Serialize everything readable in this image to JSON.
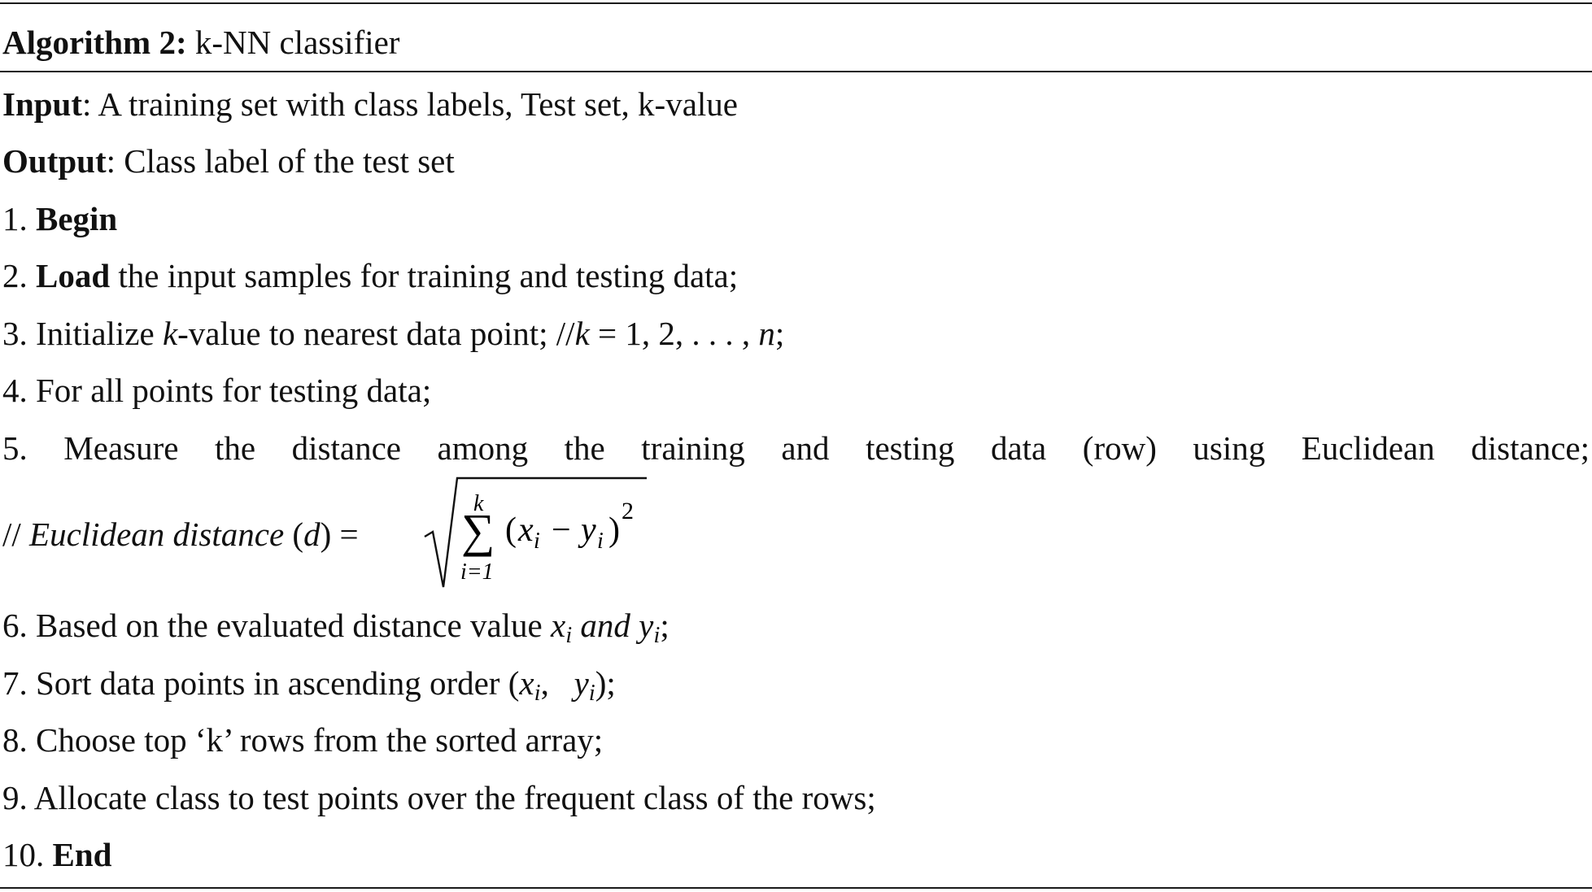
{
  "algorithm": {
    "label": "Algorithm 2:",
    "name": "k-NN classifier"
  },
  "input": {
    "label": "Input",
    "text": ": A training set with class labels, Test set, k-value"
  },
  "output": {
    "label": "Output",
    "text": ": Class label of the test set"
  },
  "steps": {
    "s1": {
      "num": "1. ",
      "kw": "Begin"
    },
    "s2": {
      "num": "2. ",
      "kw": "Load",
      "text": " the input samples for training and testing data;"
    },
    "s3": {
      "pre": "3. Initialize ",
      "k": "k",
      "mid": "-value to nearest data point; //",
      "k2": "k",
      "eq": " = 1,  2,  . . . ,  ",
      "n": "n",
      "end": ";"
    },
    "s4": {
      "text": "4. For all points for testing data;"
    },
    "s5": {
      "text": "5. Measure the distance among the training and testing data (row) using Euclidean distance;"
    },
    "s6": {
      "pre": "6. Based on the evaluated distance value ",
      "x": "x",
      "i1": "i",
      "and": " and ",
      "y": "y",
      "i2": "i",
      "end": ";"
    },
    "s7": {
      "pre": "7. Sort data points in ascending order (",
      "x": "x",
      "i1": "i",
      "comma": ",   ",
      "y": "y",
      "i2": "i",
      "end": ");"
    },
    "s8": {
      "text": "8. Choose top ‘k’ rows from the sorted array;"
    },
    "s9": {
      "text": "9. Allocate class to test points over the frequent class of the rows;"
    },
    "s10": {
      "num": "10. ",
      "kw": "End"
    }
  },
  "formula": {
    "comment": "//",
    "lhs": " Euclidean distance ",
    "open_paren": "(",
    "d": "d",
    "close_paren": ")",
    "equals": "=",
    "sum_upper": "k",
    "sum_lower": "i=1",
    "sigma": "∑",
    "body_open": "(",
    "x": "x",
    "minus": "−",
    "y": "y",
    "sub_i": "i",
    "body_close": ")",
    "exponent": "2"
  }
}
